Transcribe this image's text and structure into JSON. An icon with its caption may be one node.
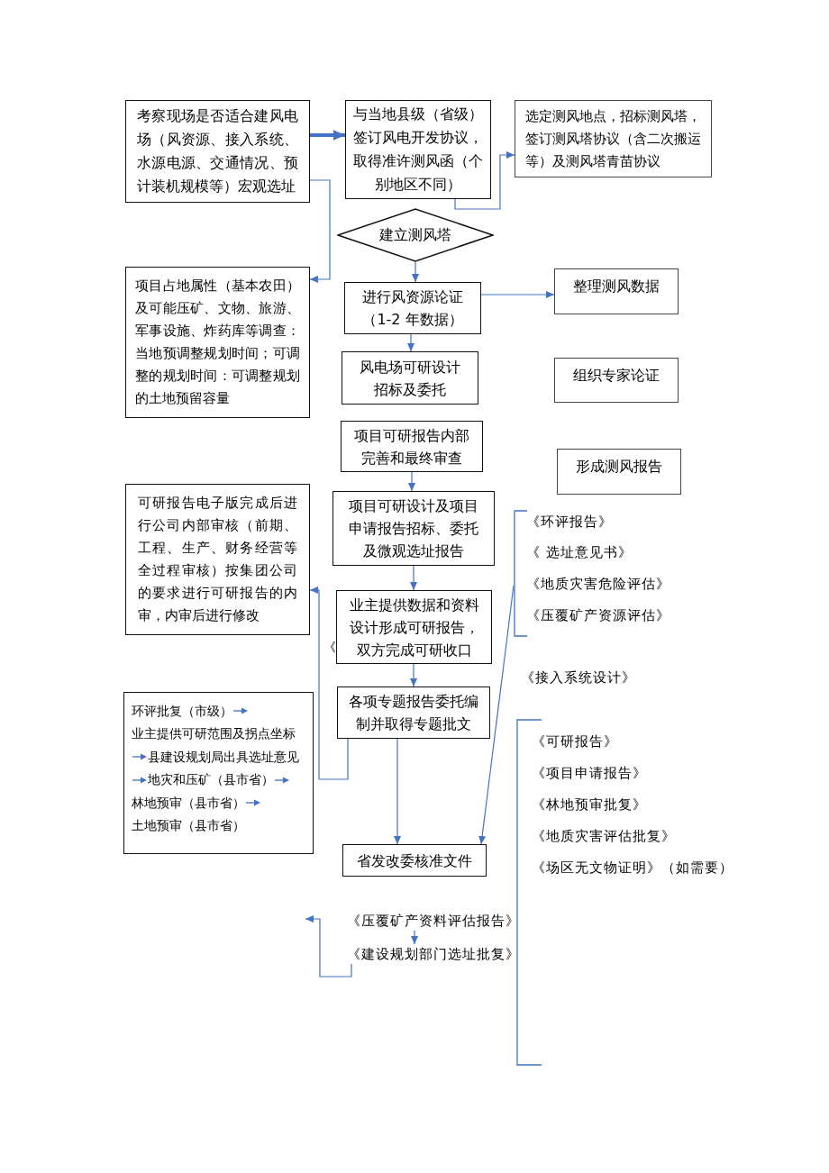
{
  "diagram": {
    "nodes": [
      {
        "text": [
          "考察现场是否适合建风电场（风资源、接入系统、水源电源、交通情况、预计装机规模等）宏观选址"
        ]
      },
      {
        "text": [
          "与当地县级（省级）签订风电开发协议，取得准许测风函（个别地区不同）"
        ]
      },
      {
        "text": [
          "选定测风地点，招标测风塔，签订测风塔协议（含二次搬运等）及测风塔青苗协议"
        ]
      },
      {
        "text": [
          "建立测风塔"
        ]
      },
      {
        "text": [
          "项目占地属性（基本农田）及可能压矿、文物、旅游、军事设施、炸药库等调查：当地预调整规划时间；可调整的规划时间：可调整规划的土地预留容量"
        ]
      },
      {
        "text": [
          "进行风资源论证（1-2 年数据）"
        ]
      },
      {
        "text": [
          "整理测风数据"
        ]
      },
      {
        "text": [
          "风电场可研设计招标及委托"
        ]
      },
      {
        "text": [
          "组织专家论证"
        ]
      },
      {
        "text": [
          "项目可研报告内部完善和最终审查"
        ]
      },
      {
        "text": [
          "形成测风报告"
        ]
      },
      {
        "text": [
          "可研报告电子版完成后进行公司内部审核（前期、工程、生产、财务经营等全过程审核）按集团公司的要求进行可研报告的内审，内审后进行修改"
        ]
      },
      {
        "text": [
          "项目可研设计及项目申请报告招标、委托及微观选址报告"
        ]
      },
      {
        "text": [
          "业主提供数据和资料设计形成可研报告，双方完成可研收口"
        ]
      },
      {
        "text": [
          "各项专题报告委托编制并取得专题批文"
        ]
      },
      {
        "text": [
          "环评批复（市级）",
          "业主提供可研范围及拐点坐标",
          "县建设规划局出具选址意见",
          "地灾和压矿（县市省）",
          "林地预审（县市省）",
          "土地预审（县市省）"
        ]
      },
      {
        "text": [
          "省发改委核准文件"
        ]
      },
      {
        "text": [
          "《环评报告》",
          "《 选址意见书》",
          "《地质灾害危险评估》",
          "《压覆矿产资源评估》"
        ]
      },
      {
        "text": [
          "《可研报告》",
          "《项目申请报告》",
          "《林地预审批复》",
          "《地质灾害评估批复》",
          "《场区无文物证明》（如需要）"
        ]
      },
      {
        "text": [
          "《压覆矿产资料评估报告》"
        ]
      },
      {
        "text": [
          "《建设规划部门选址批复》"
        ]
      }
    ],
    "edges": [
      {
        "from": 0,
        "to": 1,
        "arrow": "to",
        "style": "thick"
      },
      {
        "from": 0,
        "to": 4,
        "arrow": "to"
      },
      {
        "from": 1,
        "to": 2,
        "arrow": "to"
      },
      {
        "from": 3,
        "to": 5,
        "arrow": "to"
      },
      {
        "from": 5,
        "to": 6,
        "arrow": "to"
      },
      {
        "from": 5,
        "to": 7,
        "arrow": "to"
      },
      {
        "from": 9,
        "to": 12,
        "arrow": "to"
      },
      {
        "from": 12,
        "to": 13,
        "arrow": "to"
      },
      {
        "from": 13,
        "to": 14,
        "arrow": "to"
      },
      {
        "from": 14,
        "to": 11,
        "arrow": "to"
      },
      {
        "from": 14,
        "to": 16,
        "arrow": "to"
      },
      {
        "from": 17,
        "to": 16,
        "arrow": "to"
      },
      {
        "from": 19,
        "to": 20,
        "arrow": "to"
      },
      {
        "from": 20,
        "to": null,
        "arrow": "to"
      }
    ],
    "labels": [
      "《",
      "《接入系统设计》"
    ]
  }
}
